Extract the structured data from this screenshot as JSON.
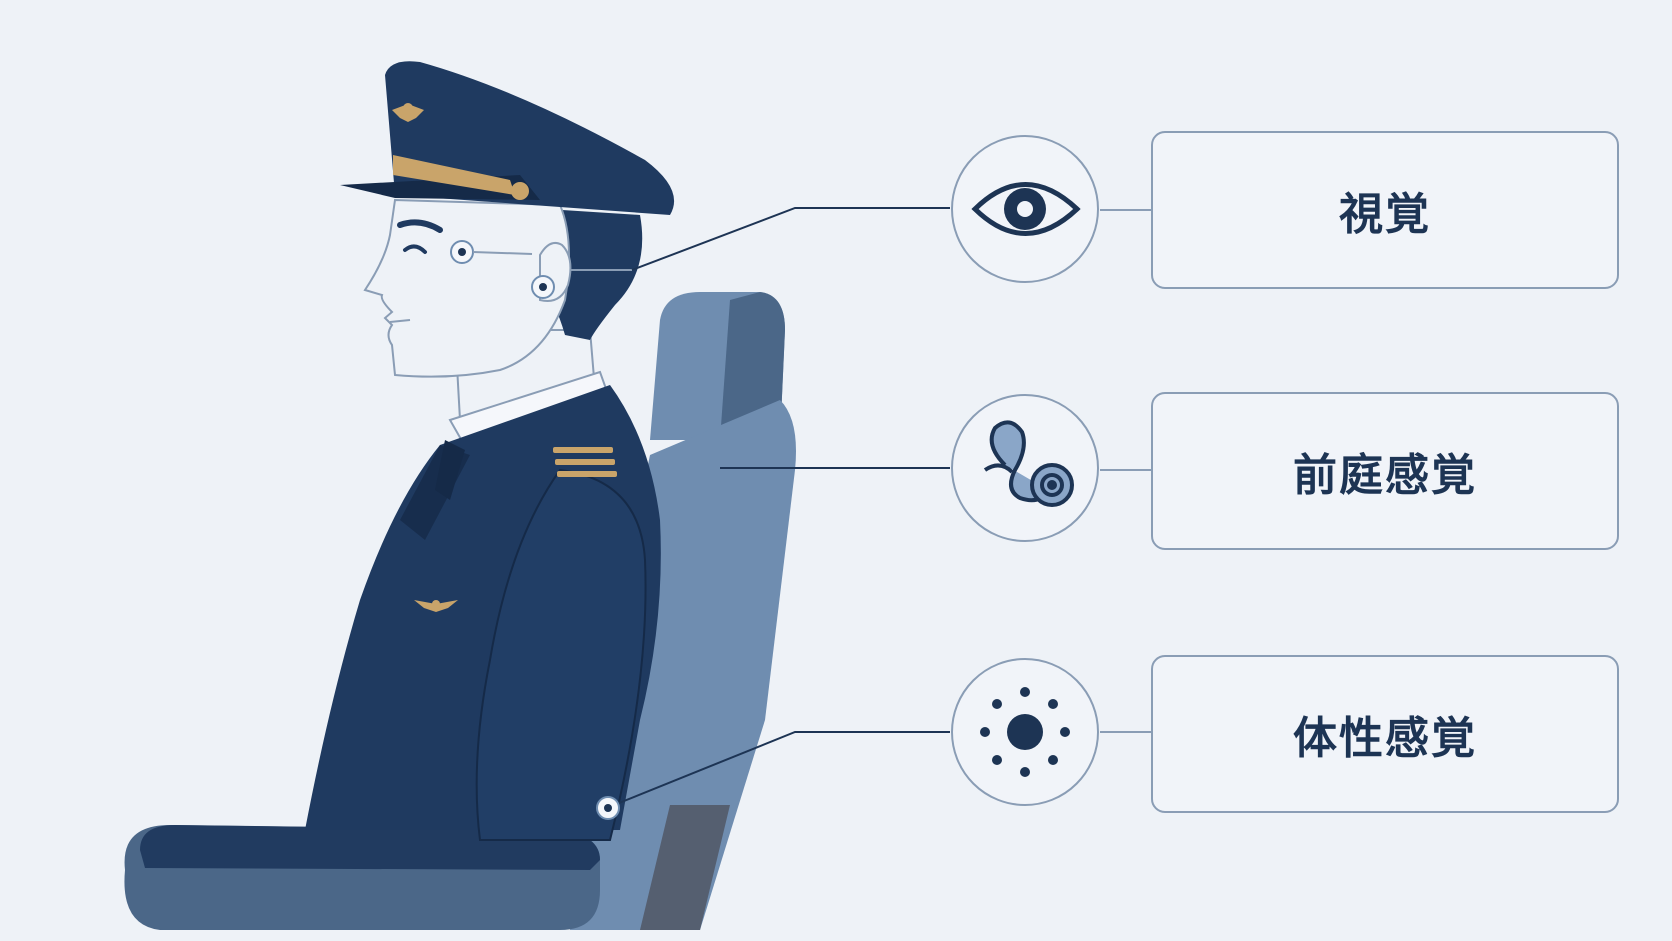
{
  "senses": [
    {
      "id": "vision",
      "label": "視覚",
      "icon": "eye-icon"
    },
    {
      "id": "vestibular",
      "label": "前庭感覚",
      "icon": "inner-ear-icon"
    },
    {
      "id": "somatosensory",
      "label": "体性感覚",
      "icon": "dots-radiating-icon"
    }
  ],
  "colors": {
    "background": "#eef2f7",
    "navy": "#1d3454",
    "seat": "#6f8db0",
    "gold": "#c9a46a",
    "line": "#1d3454",
    "outline": "#8a9db5"
  }
}
